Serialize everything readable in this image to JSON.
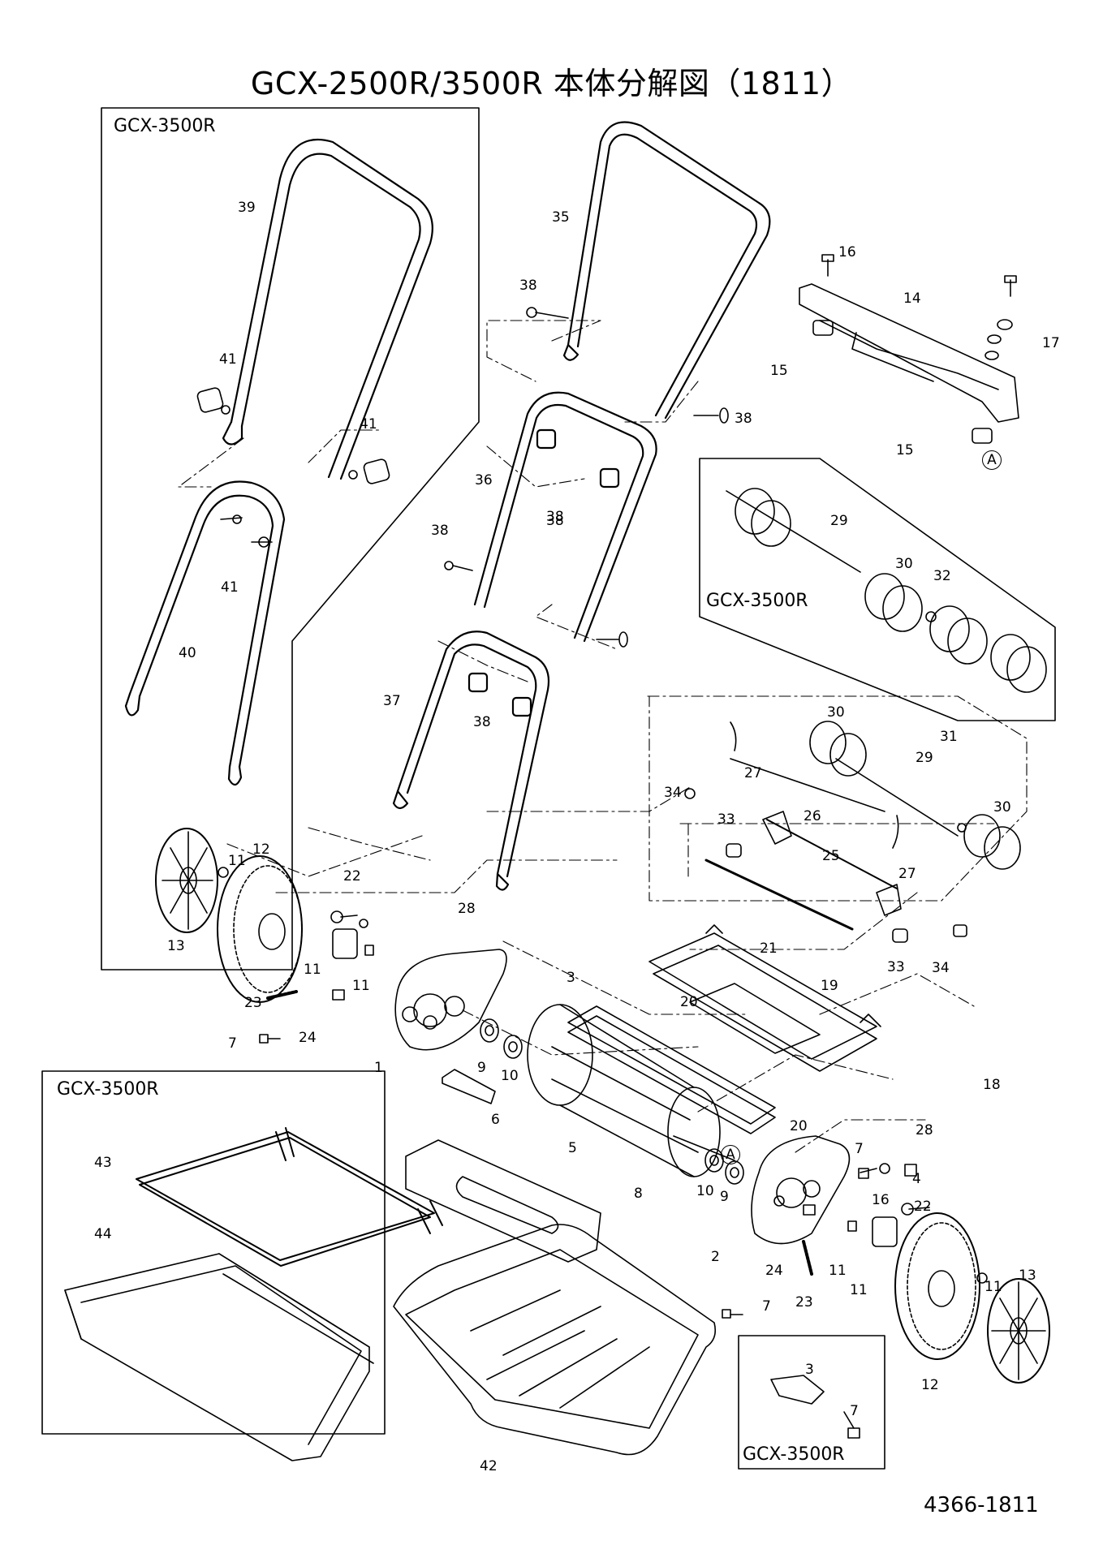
{
  "title": "GCX-2500R/3500R 本体分解図（1811）",
  "doc_code": "4366-1811",
  "panels": {
    "top_left": "GCX-3500R",
    "roller": "GCX-3500R",
    "bottom_left": "GCX-3500R",
    "bottom_small": "GCX-3500R"
  },
  "callouts": [
    {
      "id": "c39",
      "text": "39"
    },
    {
      "id": "c41a",
      "text": "41"
    },
    {
      "id": "c41b",
      "text": "41"
    },
    {
      "id": "c41c",
      "text": "41"
    },
    {
      "id": "c40",
      "text": "40"
    },
    {
      "id": "c35",
      "text": "35"
    },
    {
      "id": "c38a",
      "text": "38"
    },
    {
      "id": "c38b",
      "text": "38"
    },
    {
      "id": "c36",
      "text": "36"
    },
    {
      "id": "c38c",
      "text": "38"
    },
    {
      "id": "c38d",
      "text": "38"
    },
    {
      "id": "c38e",
      "text": "38"
    },
    {
      "id": "c37",
      "text": "37"
    },
    {
      "id": "c38f",
      "text": "38"
    },
    {
      "id": "c16a",
      "text": "16"
    },
    {
      "id": "c14",
      "text": "14"
    },
    {
      "id": "c17",
      "text": "17"
    },
    {
      "id": "c15a",
      "text": "15"
    },
    {
      "id": "c15b",
      "text": "15"
    },
    {
      "id": "cA1",
      "text": "A"
    },
    {
      "id": "c29a",
      "text": "29"
    },
    {
      "id": "c30a",
      "text": "30"
    },
    {
      "id": "c32",
      "text": "32"
    },
    {
      "id": "c30b",
      "text": "30"
    },
    {
      "id": "c31",
      "text": "31"
    },
    {
      "id": "c29b",
      "text": "29"
    },
    {
      "id": "c27a",
      "text": "27"
    },
    {
      "id": "c34a",
      "text": "34"
    },
    {
      "id": "c26",
      "text": "26"
    },
    {
      "id": "c30c",
      "text": "30"
    },
    {
      "id": "c33a",
      "text": "33"
    },
    {
      "id": "c25",
      "text": "25"
    },
    {
      "id": "c27b",
      "text": "27"
    },
    {
      "id": "c12a",
      "text": "12"
    },
    {
      "id": "c11a",
      "text": "11"
    },
    {
      "id": "c22a",
      "text": "22"
    },
    {
      "id": "c13a",
      "text": "13"
    },
    {
      "id": "c28a",
      "text": "28"
    },
    {
      "id": "c21",
      "text": "21"
    },
    {
      "id": "c33b",
      "text": "33"
    },
    {
      "id": "c34b",
      "text": "34"
    },
    {
      "id": "c11b",
      "text": "11"
    },
    {
      "id": "c11c",
      "text": "11"
    },
    {
      "id": "c23a",
      "text": "23"
    },
    {
      "id": "c24a",
      "text": "24"
    },
    {
      "id": "c3a",
      "text": "3"
    },
    {
      "id": "c19",
      "text": "19"
    },
    {
      "id": "c20a",
      "text": "20"
    },
    {
      "id": "c7a",
      "text": "7"
    },
    {
      "id": "c1",
      "text": "1"
    },
    {
      "id": "c9a",
      "text": "9"
    },
    {
      "id": "c10a",
      "text": "10"
    },
    {
      "id": "c6",
      "text": "6"
    },
    {
      "id": "c20b",
      "text": "20"
    },
    {
      "id": "c18",
      "text": "18"
    },
    {
      "id": "c28b",
      "text": "28"
    },
    {
      "id": "c43",
      "text": "43"
    },
    {
      "id": "c5",
      "text": "5"
    },
    {
      "id": "cA2",
      "text": "A"
    },
    {
      "id": "c7b",
      "text": "7"
    },
    {
      "id": "c4",
      "text": "4"
    },
    {
      "id": "c10b",
      "text": "10"
    },
    {
      "id": "c9b",
      "text": "9"
    },
    {
      "id": "c8",
      "text": "8"
    },
    {
      "id": "c16b",
      "text": "16"
    },
    {
      "id": "c22b",
      "text": "22"
    },
    {
      "id": "c44",
      "text": "44"
    },
    {
      "id": "c2",
      "text": "2"
    },
    {
      "id": "c24b",
      "text": "24"
    },
    {
      "id": "c11d",
      "text": "11"
    },
    {
      "id": "c23b",
      "text": "23"
    },
    {
      "id": "c11e",
      "text": "11"
    },
    {
      "id": "c7c",
      "text": "7"
    },
    {
      "id": "c11f",
      "text": "11"
    },
    {
      "id": "c13b",
      "text": "13"
    },
    {
      "id": "c12b",
      "text": "12"
    },
    {
      "id": "c3b",
      "text": "3"
    },
    {
      "id": "c7d",
      "text": "7"
    },
    {
      "id": "c42",
      "text": "42"
    }
  ]
}
